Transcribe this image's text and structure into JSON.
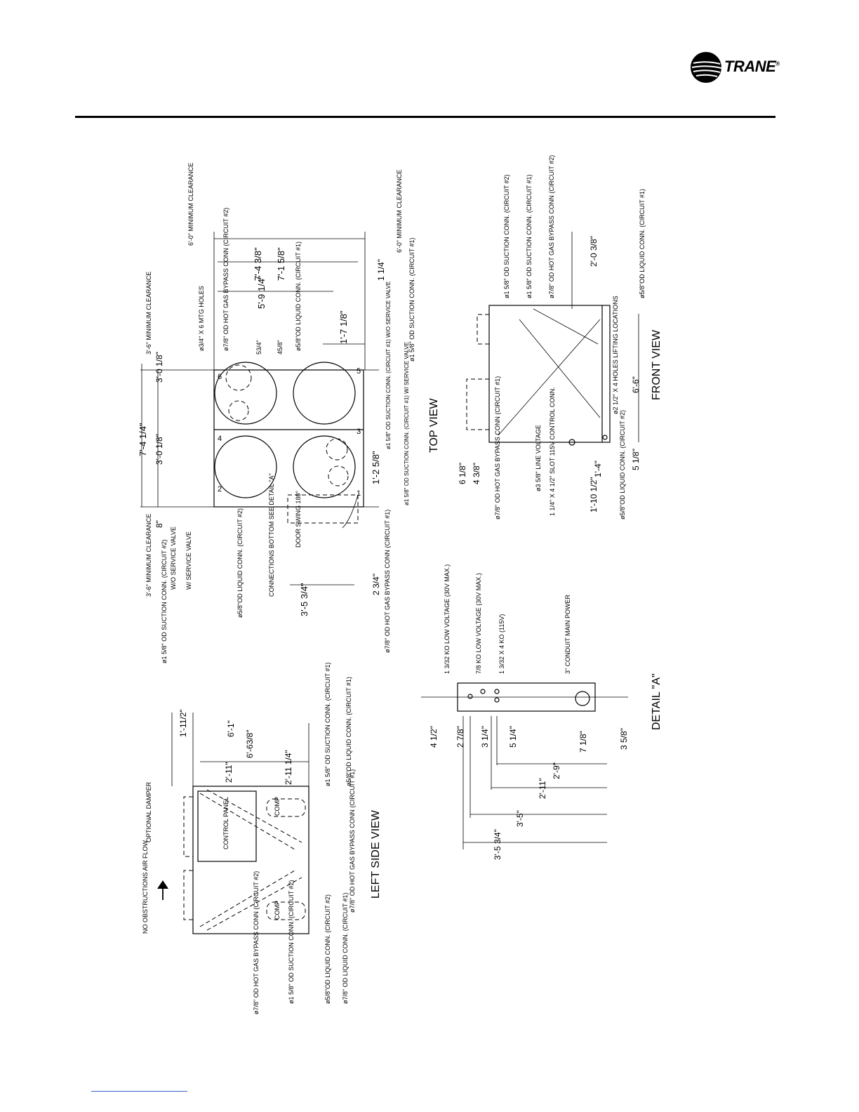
{
  "brand": {
    "name": "TRANE",
    "mark": "®"
  },
  "views": {
    "top": {
      "title": "TOP VIEW",
      "dims": {
        "width_total": "7'-4 1/4\"",
        "half_a": "3'-0 1/8\"",
        "half_b": "3'-0 1/8\"",
        "left_offset": "8\"",
        "length_total": "7'-4 3/8\"",
        "length_inner": "7'-1 5/8\"",
        "mid": "5'-9 1/4\"",
        "end_gap": "1 1/4\"",
        "door_width": "3'-5 3/4\"",
        "door_offset": "2 3/4\"",
        "conn_a": "1'-2 5/8\"",
        "conn_b": "1'-7 1/8\"",
        "small_a": "53/4\"",
        "small_b": "45/8\""
      },
      "clearances": {
        "left": "3'-6\" MINIMUM CLEARANCE",
        "right": "3'-6\" MINIMUM CLEARANCE",
        "top": "6'-0\" MINIMUM CLEARANCE",
        "bottom": "6'-0\" MINIMUM CLEARANCE"
      },
      "markers": [
        "1",
        "2",
        "3",
        "4",
        "5",
        "6"
      ],
      "labels": {
        "suction2": "ø1 5/8\" OD SUCTION CONN. (CIRCUIT #2)",
        "wo_valve": "W/O SERVICE VALVE",
        "w_valve": "W/ SERVICE VALVE",
        "liquid2": "ø5/8\"OD LIQUID CONN. (CIRCUIT #2)",
        "conn_bottom": "CONNECTIONS BOTTOM SEE DETAIL \"A\"",
        "door": "DOOR SWING 180°",
        "hotgas1": "ø7/8\" OD HOT GAS BYPASS CONN (CIRCUIT #1)",
        "mtg_holes": "ø3/4\" X 6 MTG HOLES",
        "hotgas2": "ø7/8\" OD HOT GAS BYPASS CONN (CIRCUIT #2)",
        "liquid1": "ø5/8\"OD LIQUID CONN. (CIRCUIT #1)",
        "suction1_wo": "ø1 5/8\" OD SUCTION CONN. (CIRCUIT #1) W/O SERVICE VALVE",
        "suction1_w": "ø1 5/8\" OD SUCTION CONN. (CIRCUIT #1) W/ SERVICE VALVE",
        "suction1": "ø1 5/8\" OD SUCTION CONN. (CIRCUIT #1)"
      }
    },
    "front": {
      "title": "FRONT VIEW",
      "dims": {
        "overall": "6'-6\"",
        "h_top": "2'-0 3/8\"",
        "a": "6 1/8\"",
        "b": "4 3/8\"",
        "c": "1'-10 1/2\"",
        "d": "1'-4\"",
        "e": "5 1/8\""
      },
      "labels": {
        "suction2": "ø1 5/8\" OD SUCTION CONN. (CIRCUIT #2)",
        "suction1": "ø1 5/8\" OD SUCTION CONN. (CIRCUIT #1)",
        "hotgas2": "ø7/8\" OD HOT GAS BYPASS CONN (CIRCUIT #2)",
        "liquid1": "ø5/8\"OD LIQUID CONN. (CIRCUIT #1)",
        "lifting": "ø2 1/2\" X 4 HOLES LIFTING LOCATIONS",
        "hotgas1": "ø7/8\" OD HOT GAS BYPASS CONN (CIRCUIT #1)",
        "line_voltage": "ø3 5/8\" LINE VOLTAGE",
        "control": "1 1/4\" X 4 1/2\" SLOT 115V CONTROL CONN.",
        "liquid2": "ø5/8\"OD LIQUID CONN. (CIRCUIT #2)"
      }
    },
    "left_side": {
      "title": "LEFT SIDE VIEW",
      "dims": {
        "a": "1'-11/2\"",
        "overall": "6'-1\"",
        "b": "6'-63/8\"",
        "c": "2'-11\"",
        "d": "2'-11 1/4\""
      },
      "labels": {
        "airflow": "NO OBSTRUCTIONS AIR FLOW",
        "damper": "OPTIONAL DAMPER",
        "control_panel": "CONTROL PANEL",
        "comp": "COMP",
        "hotgas2": "ø7/8\" OD HOT GAS BYPASS CONN (CIRCUIT #2)",
        "suction2": "ø1 5/8\" OD SUCTION CONN. (CIRCUIT #2)",
        "liquid2": "ø5/8\"OD LIQUID CONN. (CIRCUIT #2)",
        "liquid1b": "ø7/8\" OD LIQUID CONN. (CIRCUIT #1)",
        "hotgas1": "ø7/8\" OD HOT GAS BYPASS CONN (CIRCUIT #1)",
        "suction1": "ø1 5/8\" OD SUCTION CONN. (CIRCUIT #1)",
        "liquid1": "ø5/8\"OD LIQUID CONN. (CIRCUIT #1)"
      }
    },
    "detail_a": {
      "title": "DETAIL \"A\"",
      "dims": {
        "a": "4 1/2\"",
        "b": "2 7/8\"",
        "c": "3 1/4\"",
        "d": "5 1/4\"",
        "e": "7 1/8\"",
        "f": "3 5/8\"",
        "g": "2'-9\"",
        "h": "2'-11\"",
        "i": "3'-5\"",
        "j": "3'-5 3/4\""
      },
      "labels": {
        "ko_low_1": "1 3/32 KO LOW VOLTAGE (30V MAX.)",
        "ko_low_2": "7/8 KO LOW VOLTAGE (30V MAX.)",
        "ko_115": "1 3/32 X 4 KO (115V)",
        "conduit": "3\" CONDUIT MAIN POWER"
      }
    }
  }
}
